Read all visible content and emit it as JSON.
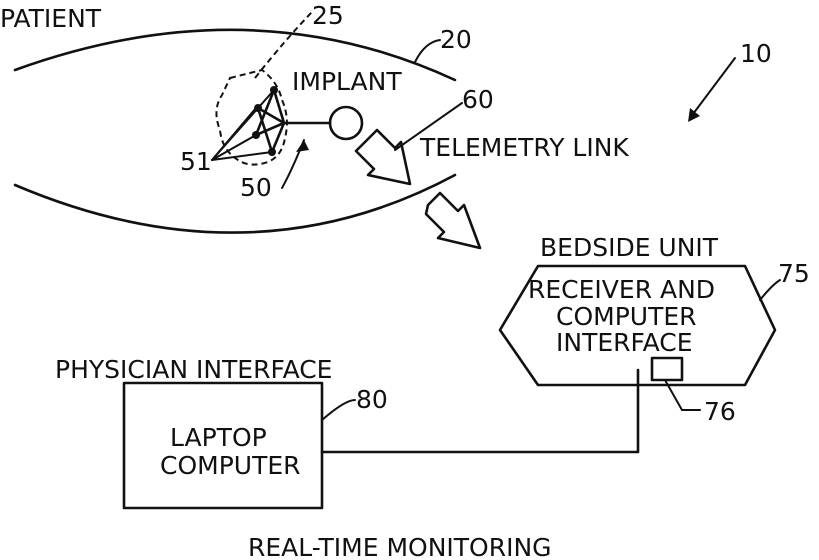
{
  "labels": {
    "patient": "PATIENT",
    "implant": "IMPLANT",
    "telemetry": "TELEMETRY LINK",
    "bedside": "BEDSIDE UNIT",
    "receiver1": "RECEIVER AND",
    "receiver2": "COMPUTER",
    "receiver3": "INTERFACE",
    "physician": "PHYSICIAN INTERFACE",
    "laptop1": "LAPTOP",
    "laptop2": "COMPUTER",
    "caption": "REAL-TIME MONITORING"
  },
  "refs": {
    "r10": "10",
    "r20": "20",
    "r25": "25",
    "r50": "50",
    "r51": "51",
    "r60": "60",
    "r75": "75",
    "r76": "76",
    "r80": "80"
  }
}
